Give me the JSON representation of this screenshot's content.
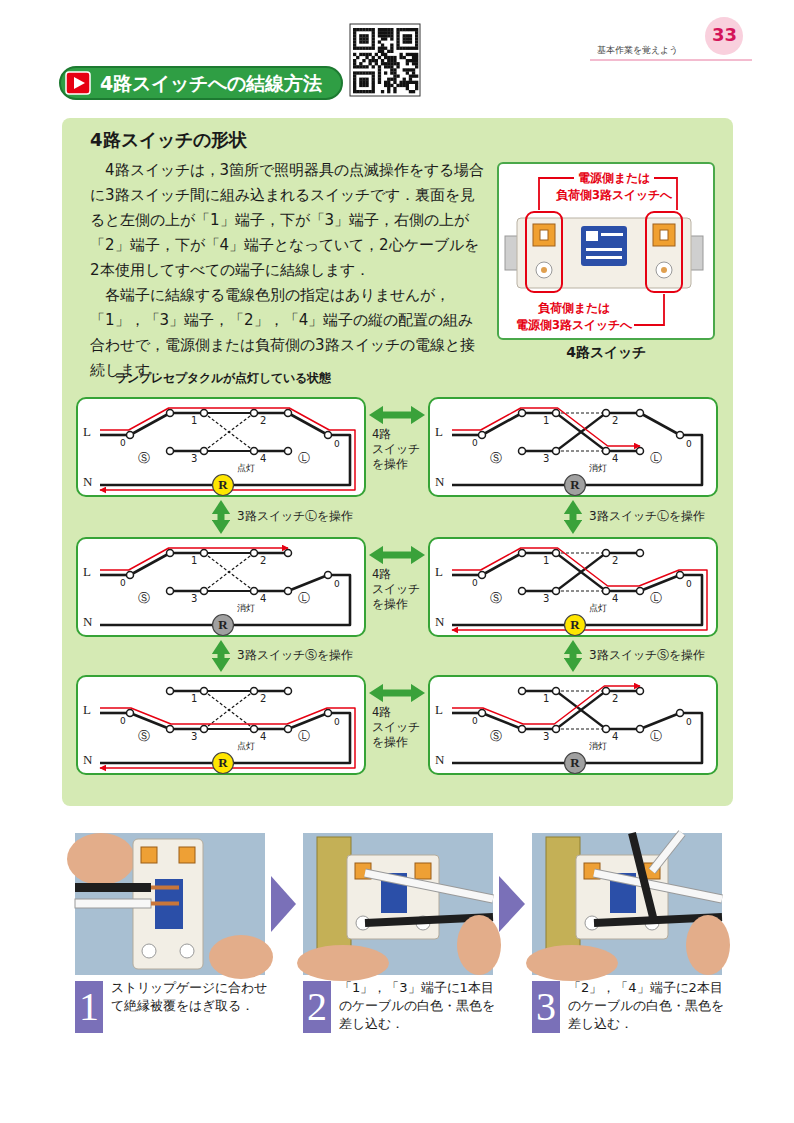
{
  "diagram": {
    "title": "4路スイッチへの結線方法",
    "nodes": [
      {
        "text": [
          "4路スイッチの形状",
          "4路スイッチは，3箇所で照明器具の点滅操作をする場合に3路スイッチ間に組み込まれるスイッチです．裏面を見ると左側の上が「1」端子，下が「3」端子，右側の上が「2」端子，下が「4」端子となっていて，2心ケーブルを2本使用してすべての端子に結線します．",
          "各端子に結線する電線色別の指定はありませんが，「1」，「3」端子，「2」，「4」端子の縦の配置の組み合わせで，電源側または負荷側の3路スイッチの電線と接続します．"
        ]
      },
      {
        "text": [
          "電源側または 負荷側3路スイッチへ",
          "負荷側または 電源側3路スイッチへ",
          "4路スイッチ"
        ],
        "in": 0
      },
      {
        "text": [
          "L",
          "N",
          "0",
          "1",
          "2",
          "3",
          "4",
          "0",
          "Ⓢ",
          "Ⓛ"
        ],
        "in": 0
      },
      {
        "text": [
          "R",
          "点灯"
        ],
        "in": 2
      },
      {
        "text": [
          "L",
          "N",
          "0",
          "1",
          "2",
          "3",
          "4",
          "0",
          "Ⓢ",
          "Ⓛ"
        ],
        "in": 0
      },
      {
        "text": [
          "R",
          "消灯"
        ],
        "in": 4
      },
      {
        "text": [
          "L",
          "N",
          "0",
          "1",
          "2",
          "3",
          "4",
          "0",
          "Ⓢ",
          "Ⓛ"
        ],
        "in": 0
      },
      {
        "text": [
          "R",
          "消灯"
        ],
        "in": 6
      },
      {
        "text": [
          "L",
          "N",
          "0",
          "1",
          "2",
          "3",
          "4",
          "0",
          "Ⓢ",
          "Ⓛ"
        ],
        "in": 0
      },
      {
        "text": [
          "R",
          "点灯"
        ],
        "in": 8
      },
      {
        "text": [
          "L",
          "N",
          "0",
          "1",
          "2",
          "3",
          "4",
          "0",
          "Ⓢ",
          "Ⓛ"
        ],
        "in": 0
      },
      {
        "text": [
          "R",
          "点灯"
        ],
        "in": 10
      },
      {
        "text": [
          "L",
          "N",
          "0",
          "1",
          "2",
          "3",
          "4",
          "0",
          "Ⓢ",
          "Ⓛ"
        ],
        "in": 0
      },
      {
        "text": [
          "R",
          "消灯"
        ],
        "in": 12
      },
      {
        "text": [
          "1",
          "ストリップゲージに合わせて絶縁被覆をはぎ取る．"
        ]
      },
      {
        "text": [
          "2",
          "「1」，「3」端子に1本目のケーブルの白色・黒色を差し込む．"
        ]
      },
      {
        "text": [
          "3",
          "「2」，「4」端子に2本目のケーブルの白色・黒色を差し込む．"
        ]
      }
    ],
    "edges": [
      {
        "from": 2,
        "to": 4,
        "arrow": "both",
        "label": "4路 スイッチ を操作"
      },
      {
        "from": 2,
        "to": 6,
        "arrow": "both",
        "label": "3路スイッチⓁを操作"
      },
      {
        "from": 4,
        "to": 8,
        "arrow": "both",
        "label": "3路スイッチⓁを操作"
      },
      {
        "from": 6,
        "to": 8,
        "arrow": "both",
        "label": "4路 スイッチ を操作"
      },
      {
        "from": 6,
        "to": 10,
        "arrow": "both",
        "label": "3路スイッチⓈを操作"
      },
      {
        "from": 8,
        "to": 12,
        "arrow": "both",
        "label": "3路スイッチⓈを操作"
      },
      {
        "from": 10,
        "to": 12,
        "arrow": "both",
        "label": "4路 スイッチ を操作"
      },
      {
        "from": 14,
        "to": 15,
        "arrow": "to"
      },
      {
        "from": 15,
        "to": 16,
        "arrow": "to"
      }
    ],
    "labels": [
      "33",
      "基本作業を覚えよう",
      "ランプレセプタクルが点灯している状態"
    ]
  }
}
